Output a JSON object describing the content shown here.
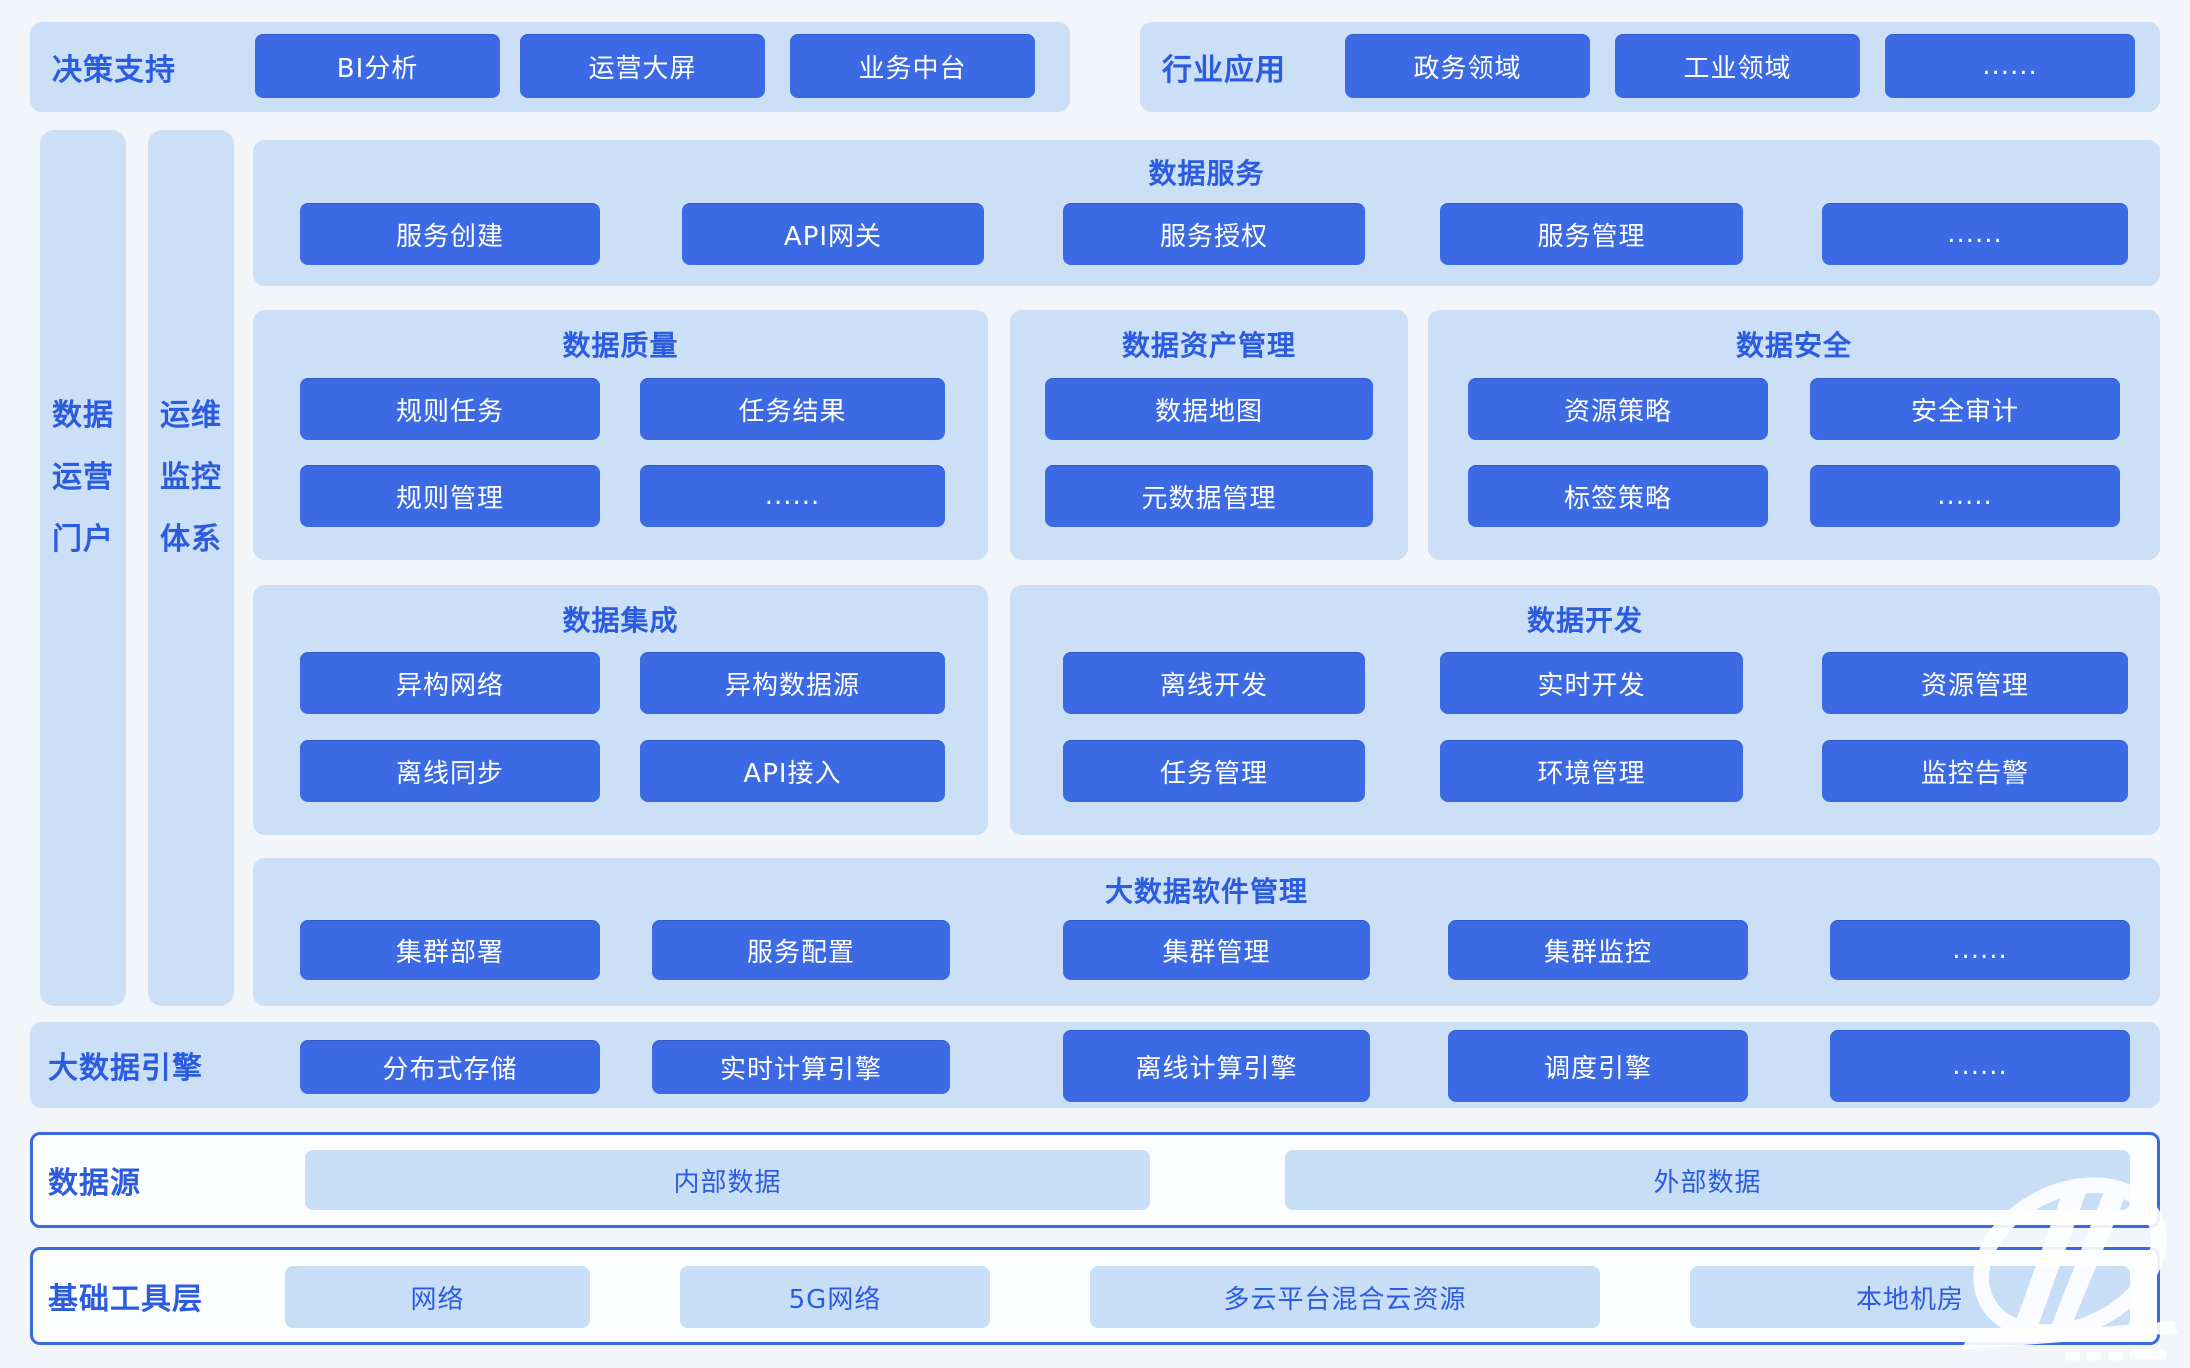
{
  "colors": {
    "page_bg": "#f2f5fa",
    "panel_light": "#cbdff6",
    "button_blue": "#3c69e4",
    "accent_text": "#2b5ce0",
    "frame_border": "#3a6ae3"
  },
  "top_row": {
    "decision_support": {
      "label": "决策支持",
      "buttons": [
        "BI分析",
        "运营大屏",
        "业务中台"
      ]
    },
    "industry_apps": {
      "label": "行业应用",
      "buttons": [
        "政务领域",
        "工业领域",
        "......"
      ]
    }
  },
  "side_bars": {
    "data_portal": {
      "lines": [
        "数据",
        "运营",
        "门户"
      ]
    },
    "ops_monitor": {
      "lines": [
        "运维",
        "监控",
        "体系"
      ]
    }
  },
  "panels": {
    "data_service": {
      "title": "数据服务",
      "buttons": [
        "服务创建",
        "API网关",
        "服务授权",
        "服务管理",
        "......"
      ]
    },
    "data_quality": {
      "title": "数据质量",
      "buttons": [
        "规则任务",
        "任务结果",
        "规则管理",
        "......"
      ]
    },
    "data_asset": {
      "title": "数据资产管理",
      "buttons": [
        "数据地图",
        "元数据管理"
      ]
    },
    "data_security": {
      "title": "数据安全",
      "buttons": [
        "资源策略",
        "安全审计",
        "标签策略",
        "......"
      ]
    },
    "data_integration": {
      "title": "数据集成",
      "buttons": [
        "异构网络",
        "异构数据源",
        "离线同步",
        "API接入"
      ]
    },
    "data_development": {
      "title": "数据开发",
      "buttons": [
        "离线开发",
        "实时开发",
        "资源管理",
        "任务管理",
        "环境管理",
        "监控告警"
      ]
    },
    "bigdata_software": {
      "title": "大数据软件管理",
      "buttons": [
        "集群部署",
        "服务配置",
        "集群管理",
        "集群监控",
        "......"
      ]
    }
  },
  "engine_row": {
    "label": "大数据引擎",
    "buttons": [
      "分布式存储",
      "实时计算引擎",
      "离线计算引擎",
      "调度引擎",
      "......"
    ]
  },
  "datasource_row": {
    "label": "数据源",
    "buttons": [
      "内部数据",
      "外部数据"
    ]
  },
  "infra_row": {
    "label": "基础工具层",
    "buttons": [
      "网络",
      "5G网络",
      "多云平台混合云资源",
      "本地机房"
    ]
  }
}
